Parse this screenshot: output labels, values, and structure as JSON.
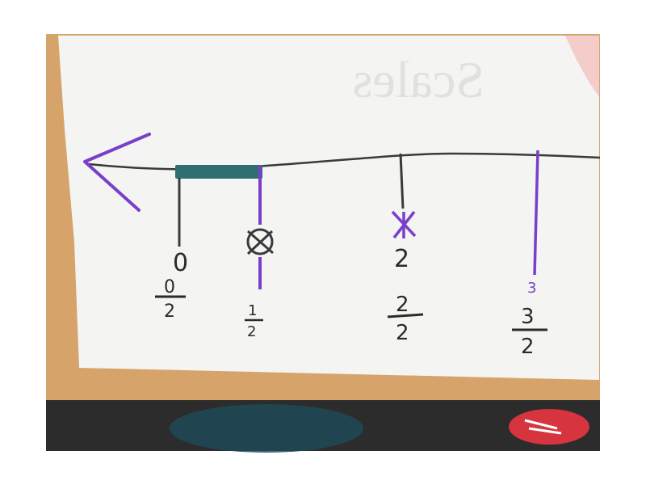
{
  "photo": {
    "colors": {
      "desk": "#d6a46a",
      "desk_edge": "#c28a4e",
      "paper": "#f4f4f2",
      "ink_black": "#3a3a3a",
      "ink_purple": "#7a3fc9",
      "block_teal": "#2f6f73",
      "shadow_floor": "#2c2c2c",
      "shoe_red": "#d6343e",
      "pink_corner": "#f3b3b0"
    },
    "ghost_text": "Scales"
  },
  "number_line": {
    "marks": [
      {
        "top": "0",
        "fraction_numerator": "0",
        "fraction_denominator": "2"
      },
      {
        "top": "",
        "fraction_numerator": "1",
        "fraction_denominator": "2"
      },
      {
        "top": "2",
        "fraction_numerator": "2",
        "fraction_denominator": "2"
      },
      {
        "top": "3",
        "fraction_numerator": "3",
        "fraction_denominator": "2"
      }
    ]
  }
}
